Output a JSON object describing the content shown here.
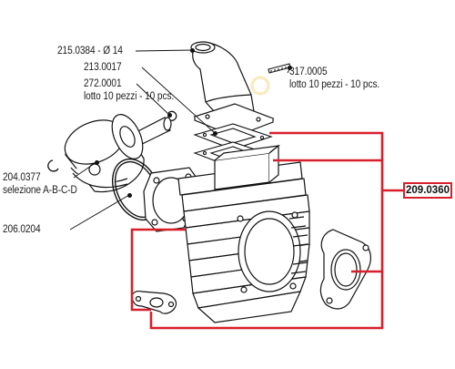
{
  "diagram": {
    "labels": {
      "manifold": "215.0384 - Ø 14",
      "gasket_set": "213.0017",
      "pin_clip": "272.0001",
      "pin_clip_qty": "lotto 10 pezzi - 10 pcs.",
      "stud": "317.0005",
      "stud_qty": "lotto 10 pezzi - 10 pcs.",
      "piston": "204.0377",
      "piston_sel": "selezione A-B-C-D",
      "ring": "206.0204",
      "kit": "209.0360"
    },
    "colors": {
      "bracket": "#d8202c",
      "line": "#111111",
      "watermark": "#f0c040"
    }
  }
}
